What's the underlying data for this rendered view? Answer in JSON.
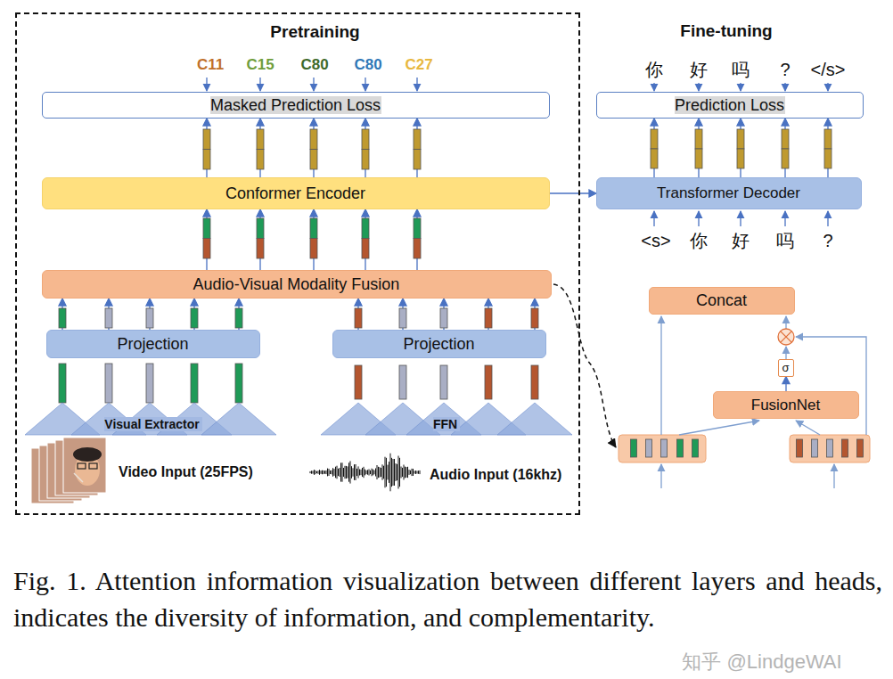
{
  "diagram": {
    "caption": "Fig. 1. Attention information visualization between different layers and heads, indicates the diversity of information, and complementarity.",
    "nodes": [
      {
        "text": [
          "Pretraining"
        ]
      },
      {
        "text": [
          "Masked Prediction Loss"
        ],
        "in": 0
      },
      {
        "text": [
          "Conformer Encoder"
        ],
        "in": 0
      },
      {
        "text": [
          "Audio-Visual Modality Fusion"
        ],
        "in": 0
      },
      {
        "text": [
          "Projection"
        ],
        "in": 0
      },
      {
        "text": [
          "Projection"
        ],
        "in": 0
      },
      {
        "text": [
          "Visual Extractor"
        ],
        "in": 0
      },
      {
        "text": [
          "FFN"
        ],
        "in": 0
      },
      {
        "text": [
          "Prediction Loss"
        ]
      },
      {
        "text": [
          "Transformer Decoder"
        ]
      },
      {
        "text": [
          "Concat"
        ]
      },
      {
        "text": [
          "σ"
        ]
      },
      {
        "text": [
          "FusionNet"
        ]
      }
    ],
    "edges": [
      {
        "from": 2,
        "to": 1,
        "arrow": "to"
      },
      {
        "from": 3,
        "to": 2,
        "arrow": "to"
      },
      {
        "from": 4,
        "to": 3,
        "arrow": "to"
      },
      {
        "from": 5,
        "to": 3,
        "arrow": "to"
      },
      {
        "from": 2,
        "to": 9,
        "arrow": "to"
      },
      {
        "from": 9,
        "to": 8,
        "arrow": "to"
      },
      {
        "from": 12,
        "to": 11,
        "arrow": "to"
      }
    ],
    "labels": [
      "C11",
      "C15",
      "C80",
      "C80",
      "C27",
      "Fine-tuning",
      "你",
      "好",
      "吗",
      "?",
      "</s>",
      "<s>",
      "你",
      "好",
      "吗",
      "?",
      "Video Input (25FPS)",
      "Audio Input (16khz)",
      "知乎 @LindgeWAI"
    ]
  }
}
